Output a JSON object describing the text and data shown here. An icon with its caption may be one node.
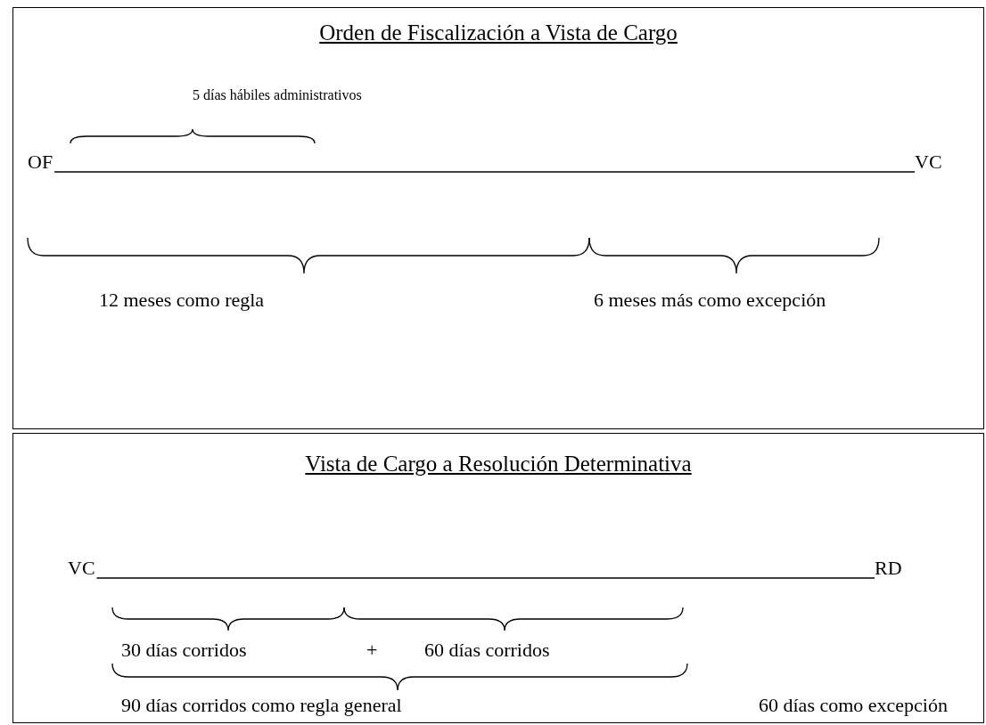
{
  "diagram": {
    "nodes": [
      {
        "text": [
          "Orden de Fiscalización a Vista de Cargo"
        ]
      },
      {
        "text": [
          "OF"
        ],
        "in": 0
      },
      {
        "text": [
          "VC"
        ],
        "in": 0
      },
      {
        "text": [
          "Vista de Cargo a Resolución Determinativa"
        ]
      },
      {
        "text": [
          "VC"
        ],
        "in": 3
      },
      {
        "text": [
          "RD"
        ],
        "in": 3
      }
    ],
    "edges": [
      {
        "from": 1,
        "to": 2,
        "arrow": "none"
      },
      {
        "from": 4,
        "to": 5,
        "arrow": "none"
      }
    ],
    "labels": [
      "5 días hábiles administrativos",
      "12 meses como regla",
      "6 meses más como excepción",
      "30 días corridos",
      "+",
      "60 días corridos",
      "90 días corridos como regla general",
      "60 días como excepción"
    ]
  }
}
